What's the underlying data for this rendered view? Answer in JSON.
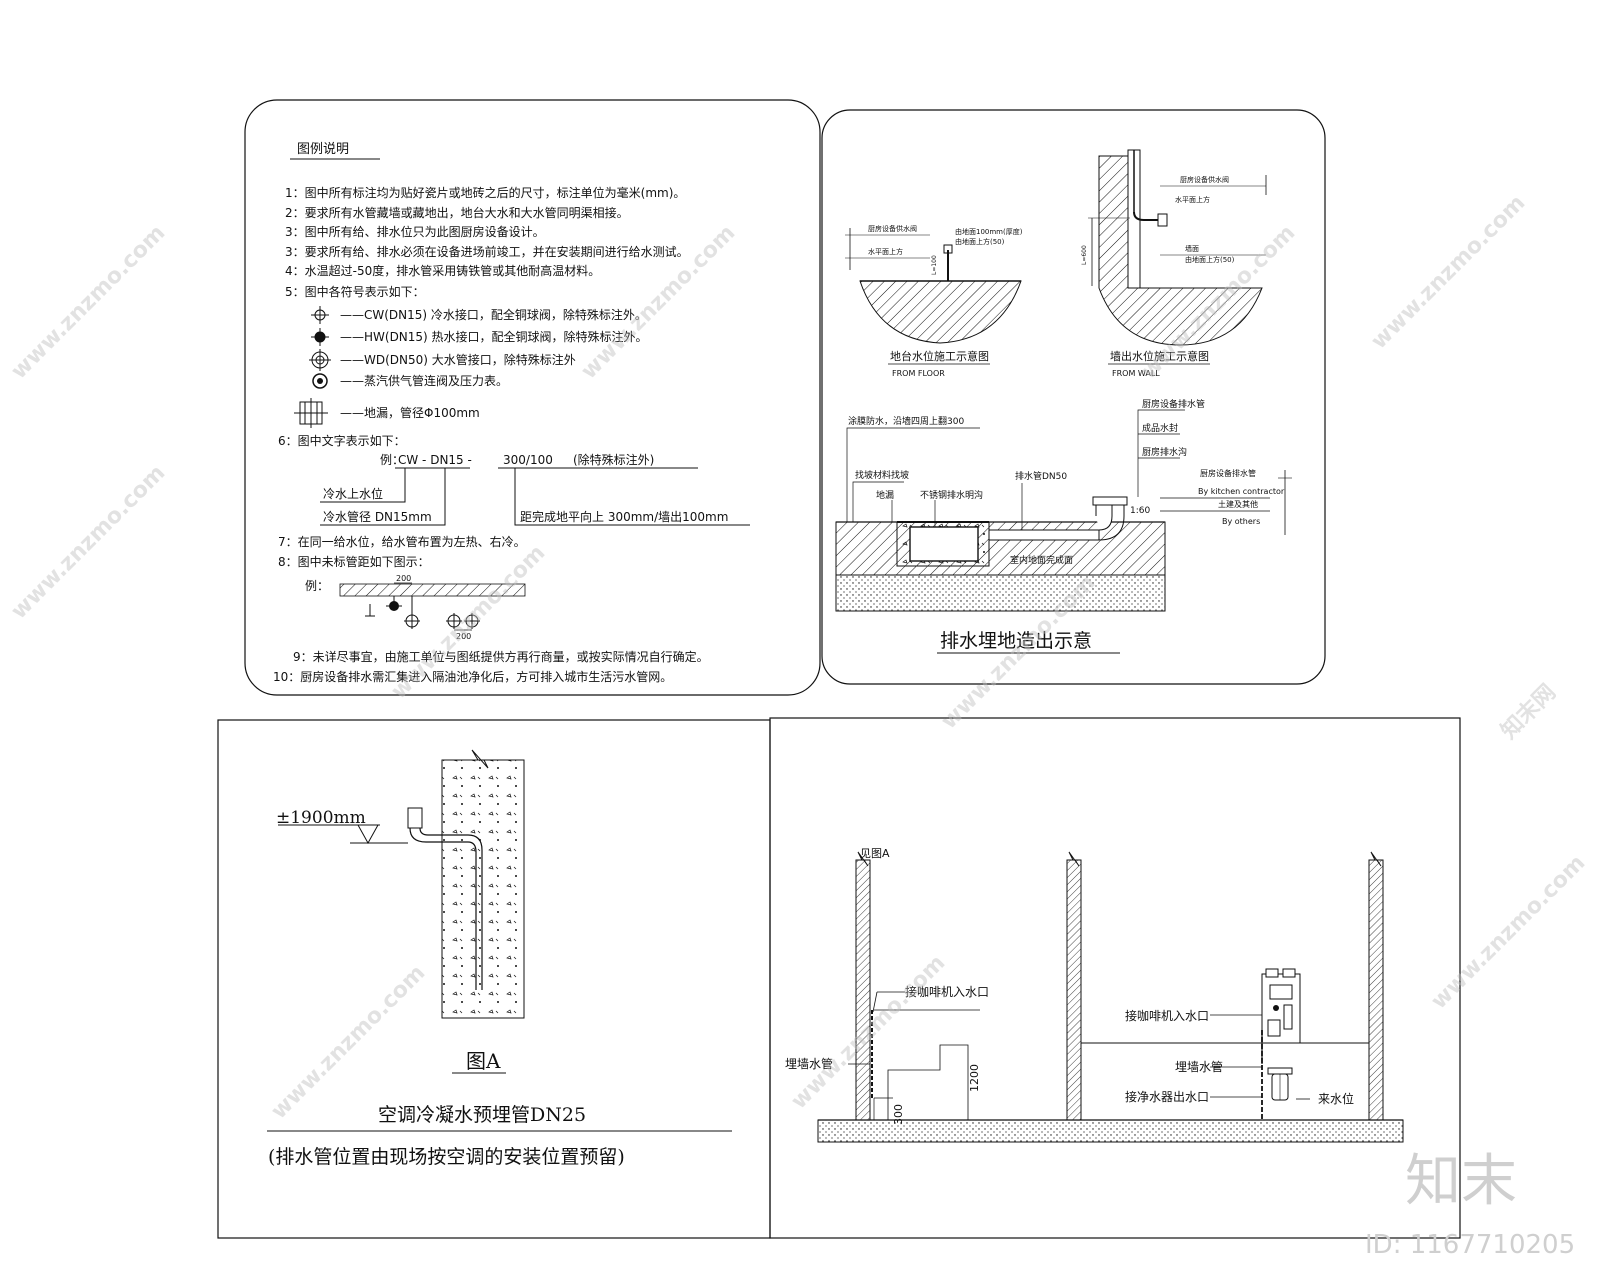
{
  "legend_panel": {
    "title": "图例说明",
    "notes": [
      "1：图中所有标注均为贴好瓷片或地砖之后的尺寸，标注单位为毫米(mm)。",
      "2：要求所有水管藏墙或藏地出，地台大水和大水管同明渠相接。",
      "3：图中所有给、排水位只为此图厨房设备设计。",
      "3：要求所有给、排水必须在设备进场前竣工，并在安装期间进行给水测试。",
      "4：水温超过-50度，排水管采用铸铁管或其他耐高温材料。",
      "5：图中各符号表示如下："
    ],
    "symbols": [
      "——CW(DN15) 冷水接口，配全铜球阀，除特殊标注外。",
      "——HW(DN15) 热水接口，配全铜球阀，除特殊标注外。",
      "——WD(DN50) 大水管接口，除特殊标注外",
      "——蒸汽供气管连阀及压力表。",
      "——地漏，管径Φ100mm"
    ],
    "note6": "6：图中文字表示如下：",
    "example_label": "例：",
    "example_code": "CW - DN15 -",
    "example_dim": "300/100",
    "example_remark": "(除特殊标注外)",
    "label_position": "冷水上水位",
    "label_diameter": "冷水管径 DN15mm",
    "label_height": "距完成地平向上 300mm/墙出100mm",
    "note7": "7：在同一给水位，给水管布置为左热、右冷。",
    "note8": "8：图中未标管距如下图示：",
    "example2_label": "例：",
    "dim_200a": "200",
    "dim_200b": "200",
    "note9": "9：未详尽事宜，由施工单位与图纸提供方再行商量，或按实际情况自行确定。",
    "note10": "10：厨房设备排水需汇集进入隔油池净化后，方可排入城市生活污水管网。"
  },
  "drain_panel": {
    "floor_detail_title": "地台水位施工示意图",
    "floor_detail_sub": "FROM FLOOR",
    "wall_detail_title": "墙出水位施工示意图",
    "wall_detail_sub": "FROM WALL",
    "small_labels": [
      "厨房设备供水阀",
      "水平面上方",
      "由地面100mm(厚度)",
      "由地面上方(50)",
      "墙面",
      "由地面上方(50)"
    ],
    "dim_floor": "L=100",
    "dim_wall": "L=600",
    "section_labels": [
      "涂膜防水，沿墙四周上翻300",
      "找坡材料找坡",
      "地漏",
      "不锈钢排水明沟",
      "排水管DN50",
      "厨房设备排水管",
      "成品水封",
      "厨房排水沟",
      "厨房设备排水管",
      "By kitchen contractor",
      "土建及其他",
      "By others",
      "室内地面完成面"
    ],
    "section_dim": "1:60",
    "section_title": "排水埋地造出示意"
  },
  "condensate_panel": {
    "elevation": "±1900mm",
    "fig_label": "图A",
    "title": "空调冷凝水预埋管DN25",
    "subtitle": "(排水管位置由现场按空调的安装位置预留)"
  },
  "coffee_panel": {
    "ref_label": "见图A",
    "label_coffee_inlet_left": "接咖啡机入水口",
    "label_buried_left": "埋墙水管",
    "dim_1200": "1200",
    "dim_300": "300",
    "label_coffee_inlet_right": "接咖啡机入水口",
    "label_buried_right": "埋墙水管",
    "label_purifier_outlet": "接净水器出水口",
    "label_water_in": "来水位"
  },
  "watermarks": {
    "site": "www.znzmo.com",
    "brand": "知末网",
    "logo": "知末",
    "id": "ID: 1167710205"
  },
  "colors": {
    "line": "#111111",
    "watermark": "#bfbfbf"
  }
}
